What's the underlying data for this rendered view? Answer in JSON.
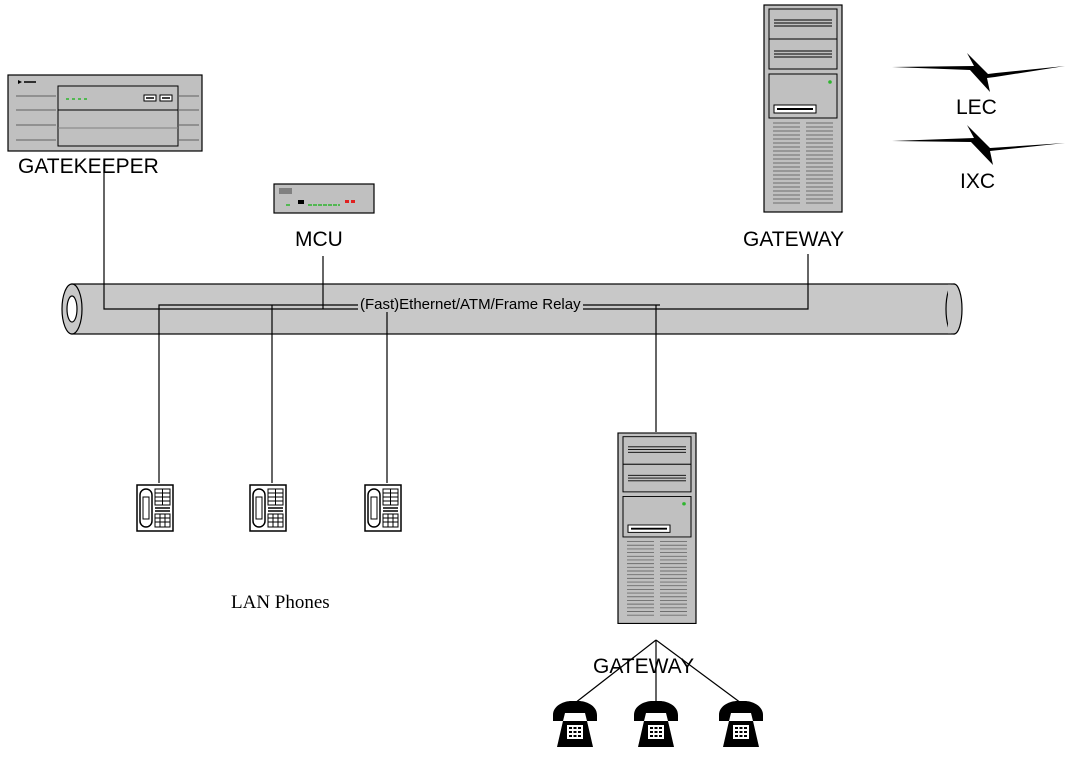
{
  "diagram": {
    "labels": {
      "gatekeeper": "GATEKEEPER",
      "mcu": "MCU",
      "gateway_top": "GATEWAY",
      "gateway_bottom": "GATEWAY",
      "lec": "LEC",
      "ixc": "IXC",
      "bus": "(Fast)Ethernet/ATM/Frame Relay",
      "lan_phones": "LAN Phones"
    },
    "colors": {
      "bus_fill": "#c8c8c8",
      "device_fill": "#c0c0c0",
      "line": "#000000",
      "led_green": "#2db52d",
      "led_red": "#e02020"
    },
    "icons": {
      "gatekeeper": "rack-server-icon",
      "mcu": "network-appliance-icon",
      "gateway": "tower-server-icon",
      "lan_phone": "ip-phone-icon",
      "pots_phone": "telephone-icon",
      "trunk": "lightning-link-icon"
    }
  }
}
